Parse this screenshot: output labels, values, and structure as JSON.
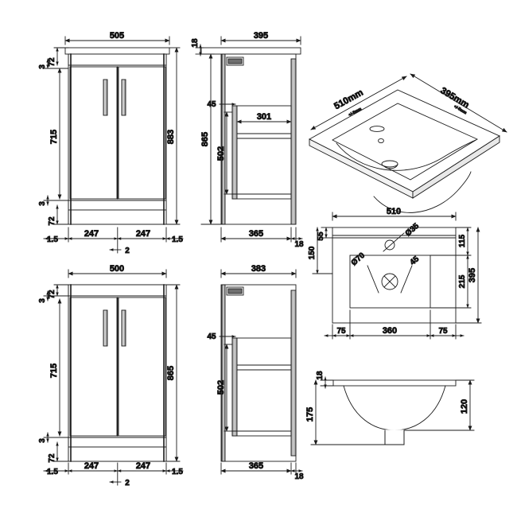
{
  "drawing": {
    "type": "technical-dimension-drawing",
    "subject": "Floor standing 2-door vanity unit with ceramic basin",
    "units": "mm",
    "background_color": "#ffffff",
    "line_color": "#1a1a1a",
    "views": [
      {
        "id": "front-elevation-with-basin",
        "position": "top-left",
        "description": "Front elevation of cabinet including basin top",
        "dimensions": {
          "overall_width": "505",
          "overall_height": "883",
          "door_height": "715",
          "top_rail": "72",
          "top_gap": "3",
          "bottom_gap": "3",
          "bottom_rail": "72",
          "left_edge": "1.5",
          "right_edge": "1.5",
          "door_left": "247",
          "door_right": "247",
          "centre_gap": "2"
        }
      },
      {
        "id": "side-elevation-with-basin",
        "position": "top-middle",
        "description": "Side elevation of cabinet including basin top",
        "dimensions": {
          "basin_depth": "395",
          "basin_thickness": "18",
          "overall_height": "865",
          "shelf_drop": "45",
          "internal_depth": "301",
          "internal_height": "502",
          "cabinet_depth": "365",
          "panel_thickness": "18"
        }
      },
      {
        "id": "basin-isometric",
        "position": "top-right",
        "description": "3D isometric view of ceramic basin",
        "labels": {
          "width": "510mm",
          "width_tolerance": "+/-5mm",
          "depth": "395mm",
          "depth_tolerance": "+/-5mm"
        }
      },
      {
        "id": "front-elevation-cabinet",
        "position": "bottom-left",
        "description": "Front elevation of cabinet only",
        "dimensions": {
          "overall_width": "500",
          "overall_height": "865",
          "door_height": "715",
          "top_rail": "72",
          "top_gap": "3",
          "bottom_gap": "3",
          "bottom_rail": "72",
          "left_edge": "1.5",
          "right_edge": "1.5",
          "door_left": "247",
          "door_right": "247",
          "centre_gap": "2"
        }
      },
      {
        "id": "side-elevation-cabinet",
        "position": "bottom-middle",
        "description": "Side elevation of cabinet only",
        "dimensions": {
          "top_depth": "383",
          "shelf_drop": "45",
          "internal_height": "502",
          "base_depth": "365",
          "panel_thickness": "18"
        }
      },
      {
        "id": "basin-plan",
        "position": "middle-right",
        "description": "Plan (top) view of basin with tap and waste holes",
        "dimensions": {
          "overall_width": "510",
          "overall_depth": "395",
          "back_ledge": "55",
          "tap_hole_from_back": "150",
          "bowl_from_back": "115",
          "bowl_depth": "215",
          "left_margin": "75",
          "bowl_width": "360",
          "right_margin": "75",
          "tap_hole_dia": "Ø35",
          "waste_hole_dia": "Ø70",
          "waste_angle": "45"
        }
      },
      {
        "id": "basin-section",
        "position": "bottom-right",
        "description": "Section view of basin bowl profile",
        "dimensions": {
          "rim_thickness": "18",
          "left_height": "175",
          "right_height": "120"
        }
      }
    ]
  }
}
